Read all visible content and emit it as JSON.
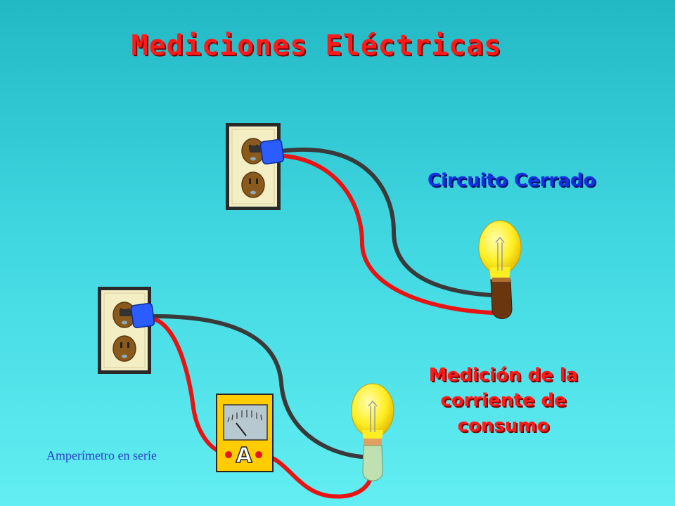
{
  "title": "Mediciones Eléctricas",
  "circuit_label": "Circuito Cerrado",
  "measurement_label": {
    "line1": "Medición  de la",
    "line2": "corriente de",
    "line3": "consumo"
  },
  "ammeter_note": "Amperímetro en serie",
  "ammeter_letter": "A",
  "colors": {
    "wire_red": "#e81414",
    "wire_dark": "#3a3a3a",
    "plug": "#2a5cff",
    "bulb": "#ffee22",
    "title": "#ff1a1a",
    "label_blue": "#1530e0"
  },
  "icons": [
    "outlet-icon",
    "plug-icon",
    "light-bulb-icon",
    "ammeter-icon"
  ]
}
